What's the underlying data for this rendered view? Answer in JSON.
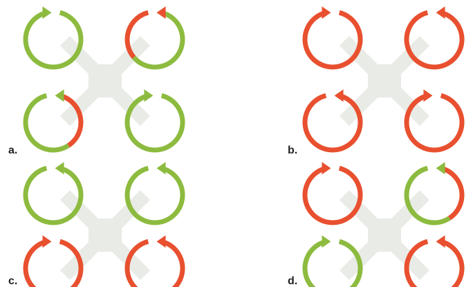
{
  "colors": {
    "green": "#8dbb3f",
    "red": "#e8502f",
    "frame": "#e9ebe6"
  },
  "panels": [
    {
      "id": "a",
      "label": "a.",
      "rotors": [
        {
          "position": "front-left",
          "direction": "clockwise",
          "segments": [
            {
              "color": "green",
              "extent": 1.0
            }
          ]
        },
        {
          "position": "front-right",
          "direction": "counterclockwise",
          "segments": [
            {
              "color": "red",
              "extent": 0.35
            },
            {
              "color": "green",
              "extent": 0.65
            }
          ]
        },
        {
          "position": "rear-left",
          "direction": "counterclockwise",
          "segments": [
            {
              "color": "green",
              "extent": 0.6
            },
            {
              "color": "red",
              "extent": 0.4
            }
          ]
        },
        {
          "position": "rear-right",
          "direction": "clockwise",
          "segments": [
            {
              "color": "green",
              "extent": 1.0
            }
          ]
        }
      ]
    },
    {
      "id": "b",
      "label": "b.",
      "rotors": [
        {
          "position": "front-left",
          "direction": "clockwise",
          "segments": [
            {
              "color": "red",
              "extent": 1.0
            }
          ]
        },
        {
          "position": "front-right",
          "direction": "counterclockwise",
          "segments": [
            {
              "color": "red",
              "extent": 1.0
            }
          ]
        },
        {
          "position": "rear-left",
          "direction": "counterclockwise",
          "segments": [
            {
              "color": "red",
              "extent": 1.0
            }
          ]
        },
        {
          "position": "rear-right",
          "direction": "clockwise",
          "segments": [
            {
              "color": "red",
              "extent": 1.0
            }
          ]
        }
      ]
    },
    {
      "id": "c",
      "label": "c.",
      "rotors": [
        {
          "position": "front-left",
          "direction": "counterclockwise",
          "segments": [
            {
              "color": "green",
              "extent": 1.0
            }
          ]
        },
        {
          "position": "front-right",
          "direction": "counterclockwise",
          "segments": [
            {
              "color": "green",
              "extent": 1.0
            }
          ]
        },
        {
          "position": "rear-left",
          "direction": "clockwise",
          "segments": [
            {
              "color": "red",
              "extent": 1.0
            }
          ]
        },
        {
          "position": "rear-right",
          "direction": "counterclockwise",
          "segments": [
            {
              "color": "red",
              "extent": 1.0
            }
          ]
        }
      ]
    },
    {
      "id": "d",
      "label": "d.",
      "rotors": [
        {
          "position": "front-left",
          "direction": "clockwise",
          "segments": [
            {
              "color": "red",
              "extent": 1.0
            }
          ]
        },
        {
          "position": "front-right",
          "direction": "counterclockwise",
          "segments": [
            {
              "color": "green",
              "extent": 0.6
            },
            {
              "color": "red",
              "extent": 0.4
            }
          ]
        },
        {
          "position": "rear-left",
          "direction": "clockwise",
          "segments": [
            {
              "color": "green",
              "extent": 1.0
            }
          ]
        },
        {
          "position": "rear-right",
          "direction": "counterclockwise",
          "segments": [
            {
              "color": "red",
              "extent": 1.0
            }
          ]
        }
      ]
    }
  ]
}
